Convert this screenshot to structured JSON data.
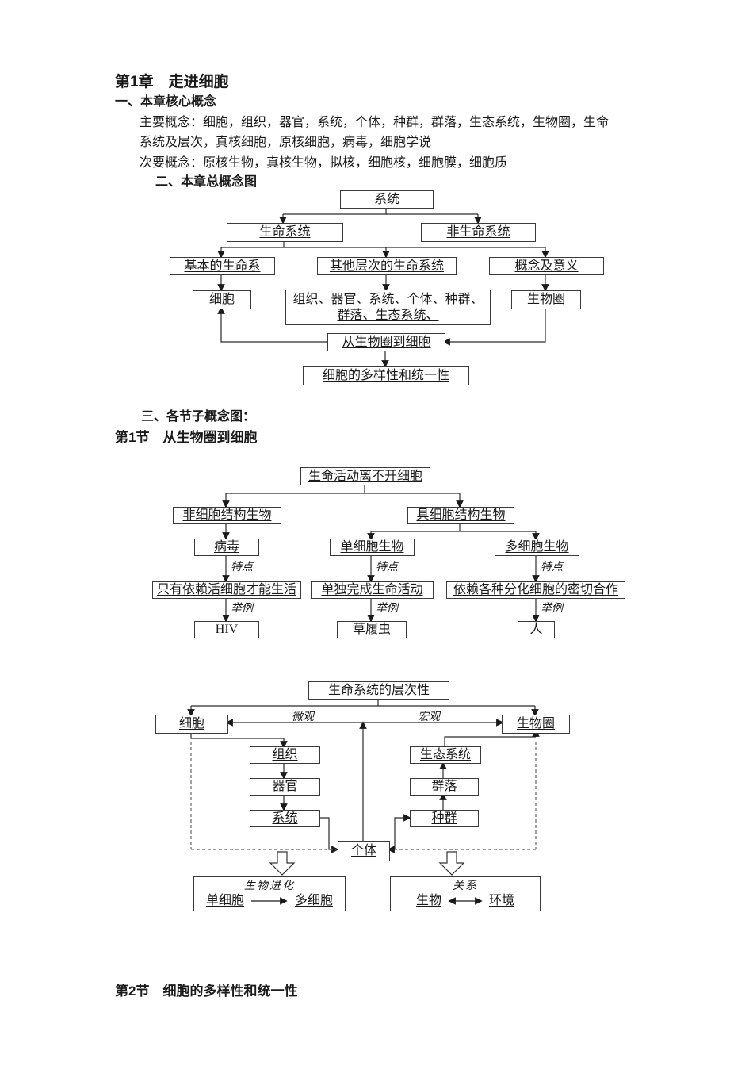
{
  "header": {
    "chapter_title": "第1章　走进细胞",
    "core_heading": "一、本章核心概念",
    "main_line1": "主要概念：细胞，组织，器官，系统，个体，种群，群落，生态系统，生物圈，生命",
    "main_line2": "系统及层次，真核细胞，原核细胞，病毒，细胞学说",
    "secondary_line": "次要概念：原核生物，真核生物，拟核，细胞核，细胞膜，细胞质",
    "overview_heading": "二、本章总概念图",
    "subsection_heading": "三、各节子概念图：",
    "lesson1_heading": "第1节　从生物圈到细胞",
    "lesson2_heading": "第2节　细胞的多样性和统一性"
  },
  "diagram1": {
    "system": "系统",
    "life_system": "生命系统",
    "non_life_system": "非生命系统",
    "basic_life_system": "基本的生命系",
    "other_levels": "其他层次的生命系统",
    "concept_meaning": "概念及意义",
    "cell": "细胞",
    "levels_line1": "组织、器官、系统、个体、种群、",
    "levels_line2": "群落、生态系统、",
    "biosphere": "生物圈",
    "from_biosphere_to_cell": "从生物圈到细胞",
    "diversity_unity": "细胞的多样性和统一性"
  },
  "diagram2": {
    "root": "生命活动离不开细胞",
    "non_cellular": "非细胞结构生物",
    "cellular": "具细胞结构生物",
    "virus": "病毒",
    "unicellular": "单细胞生物",
    "multicellular": "多细胞生物",
    "feature_label": "特点",
    "example_label": "举例",
    "virus_feature": "只有依赖活细胞才能生活",
    "uni_feature": "单独完成生命活动",
    "multi_feature": "依赖各种分化细胞的密切合作",
    "virus_example": "HIV",
    "uni_example": "草履虫",
    "multi_example": "人"
  },
  "diagram3": {
    "root": "生命系统的层次性",
    "cell": "细胞",
    "biosphere": "生物圈",
    "micro_label": "微观",
    "macro_label": "宏观",
    "tissue": "组织",
    "organ": "器官",
    "system": "系统",
    "ecosystem": "生态系统",
    "community": "群落",
    "population": "种群",
    "individual": "个体",
    "evolution_label": "生物进化",
    "unicell": "单细胞",
    "multicell": "多细胞",
    "relation_label": "关系",
    "organism": "生物",
    "environment": "环境"
  }
}
